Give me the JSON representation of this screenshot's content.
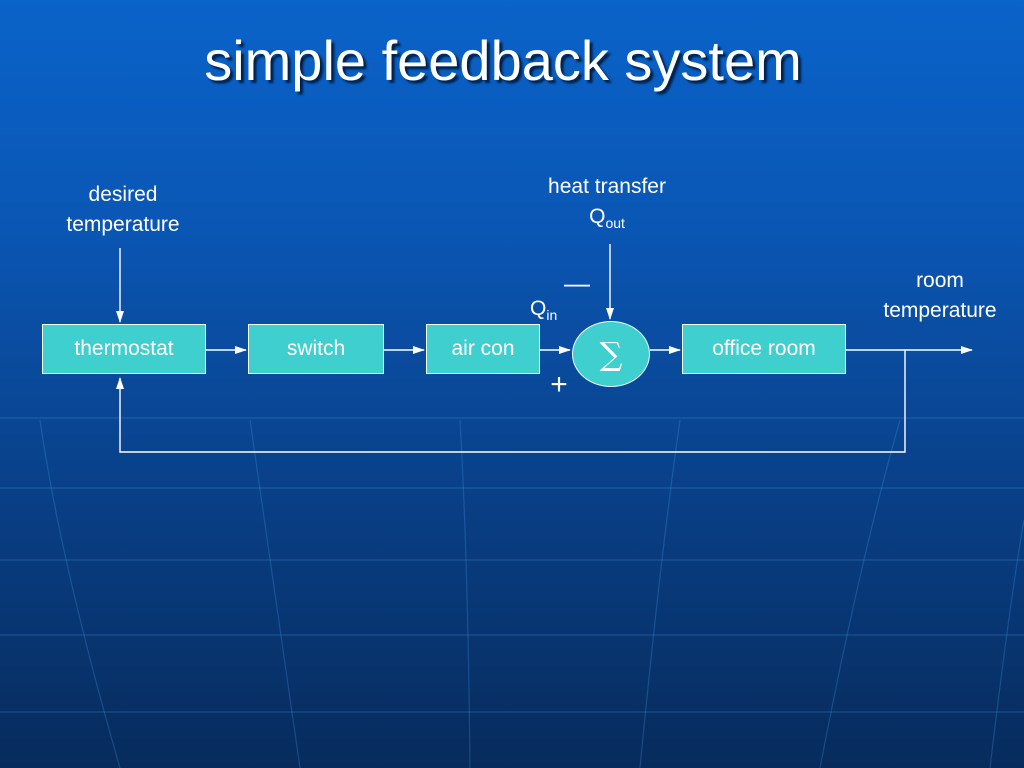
{
  "title": "simple feedback system",
  "blocks": {
    "thermostat": "thermostat",
    "switch": "switch",
    "aircon": "air con",
    "office": "office room"
  },
  "summing_symbol": "∑",
  "labels": {
    "desired_line1": "desired",
    "desired_line2": "temperature",
    "heat_line1": "heat transfer",
    "q_out_base": "Q",
    "q_out_sub": "out",
    "room_line1": "room",
    "room_line2": "temperature",
    "q_in_base": "Q",
    "q_in_sub": "in",
    "minus_sign": "—",
    "plus_sign": "+"
  },
  "colors": {
    "block_fill": "#3fcfce",
    "line": "#ffffff"
  }
}
